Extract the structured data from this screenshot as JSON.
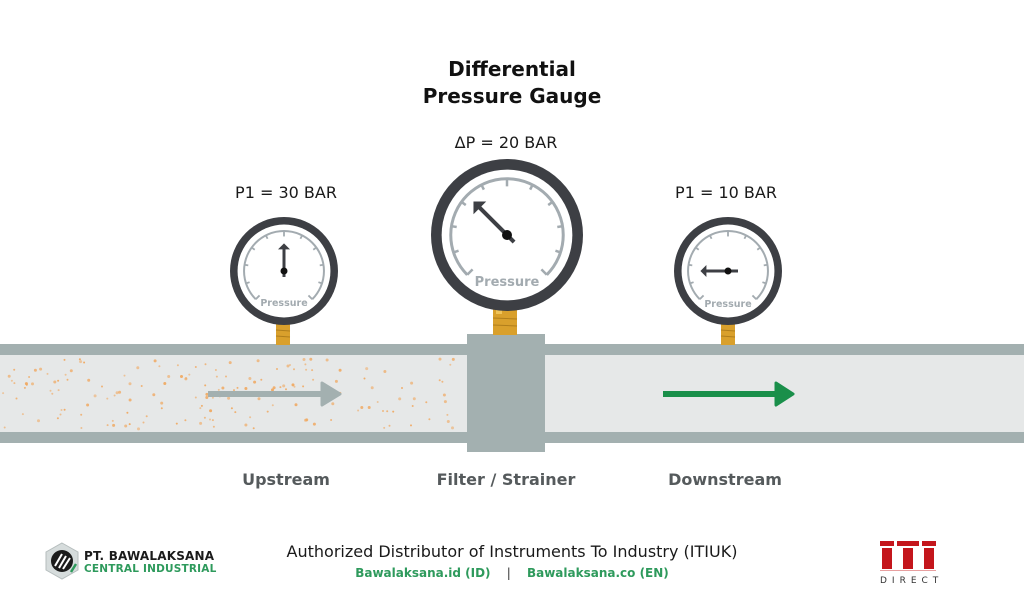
{
  "title": {
    "line1": "Differential",
    "line2": "Pressure Gauge"
  },
  "gauges": [
    {
      "id": "upstream",
      "reading_label": "P1 = 30 BAR",
      "dial_label": "Pressure",
      "needle_direction": "up",
      "value_bar": 30
    },
    {
      "id": "differential",
      "reading_label": "ΔP = 20 BAR",
      "dial_label": "Pressure",
      "needle_direction": "upper-left",
      "value_bar": 20
    },
    {
      "id": "downstream",
      "reading_label": "P1 = 10 BAR",
      "dial_label": "Pressure",
      "needle_direction": "left",
      "value_bar": 10
    }
  ],
  "stages": {
    "upstream": "Upstream",
    "filter": "Filter / Strainer",
    "downstream": "Downstream"
  },
  "footer": {
    "company_line1": "PT. BAWALAKSANA",
    "company_line2": "CENTRAL INDUSTRIAL",
    "tagline": "Authorized Distributor of Instruments To Industry (ITIUK)",
    "link_id": "Bawalaksana.id (ID)",
    "separator": "|",
    "link_en": "Bawalaksana.co (EN)",
    "partner_logo_text": "ITI",
    "partner_logo_sub": "DIRECT"
  },
  "colors": {
    "pipe_wall": "#a3b0b0",
    "pipe_fill": "#e6e8e8",
    "particles": "#f0a860",
    "upstream_arrow": "#a3b0b0",
    "downstream_arrow": "#1a8f4a",
    "gauge_rim": "#3d3f44",
    "brass": "#d9a02c",
    "brand_green": "#2e9a5c",
    "iti_red": "#c4161c"
  }
}
